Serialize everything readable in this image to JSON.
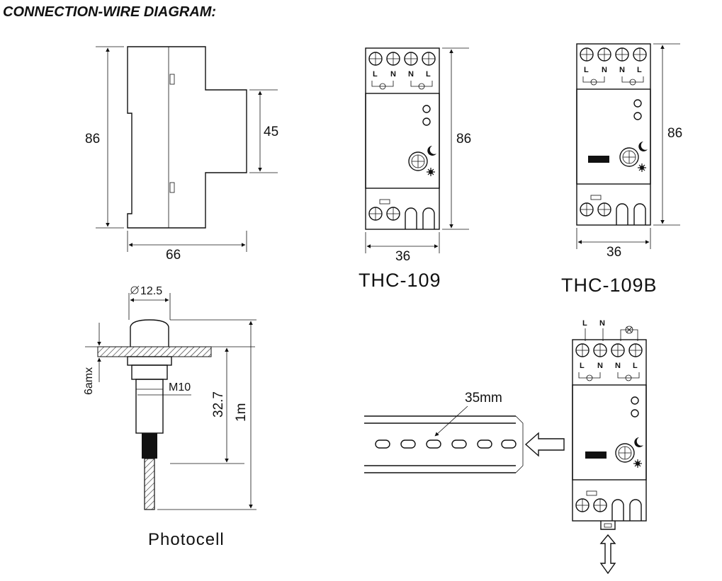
{
  "title": "CONNECTION-WIRE DIAGRAM:",
  "side_view": {
    "height": "86",
    "depth": "45",
    "width": "66"
  },
  "thc109": {
    "label": "THC-109",
    "height": "86",
    "width": "36",
    "terminals_top": [
      "L",
      "N",
      "N",
      "L"
    ]
  },
  "thc109b": {
    "label": "THC-109B",
    "height": "86",
    "width": "36",
    "terminals_top": [
      "L",
      "N",
      "N",
      "L"
    ]
  },
  "photocell": {
    "label": "Photocell",
    "diameter": "12.5",
    "thread": "M10",
    "panel": "6amx",
    "length": "32.7",
    "cable": "1m"
  },
  "din_rail": {
    "label": "35mm"
  },
  "mounted_unit": {
    "wire_top": [
      "L",
      "N"
    ],
    "terminals_top": [
      "L",
      "N",
      "N",
      "L"
    ]
  }
}
